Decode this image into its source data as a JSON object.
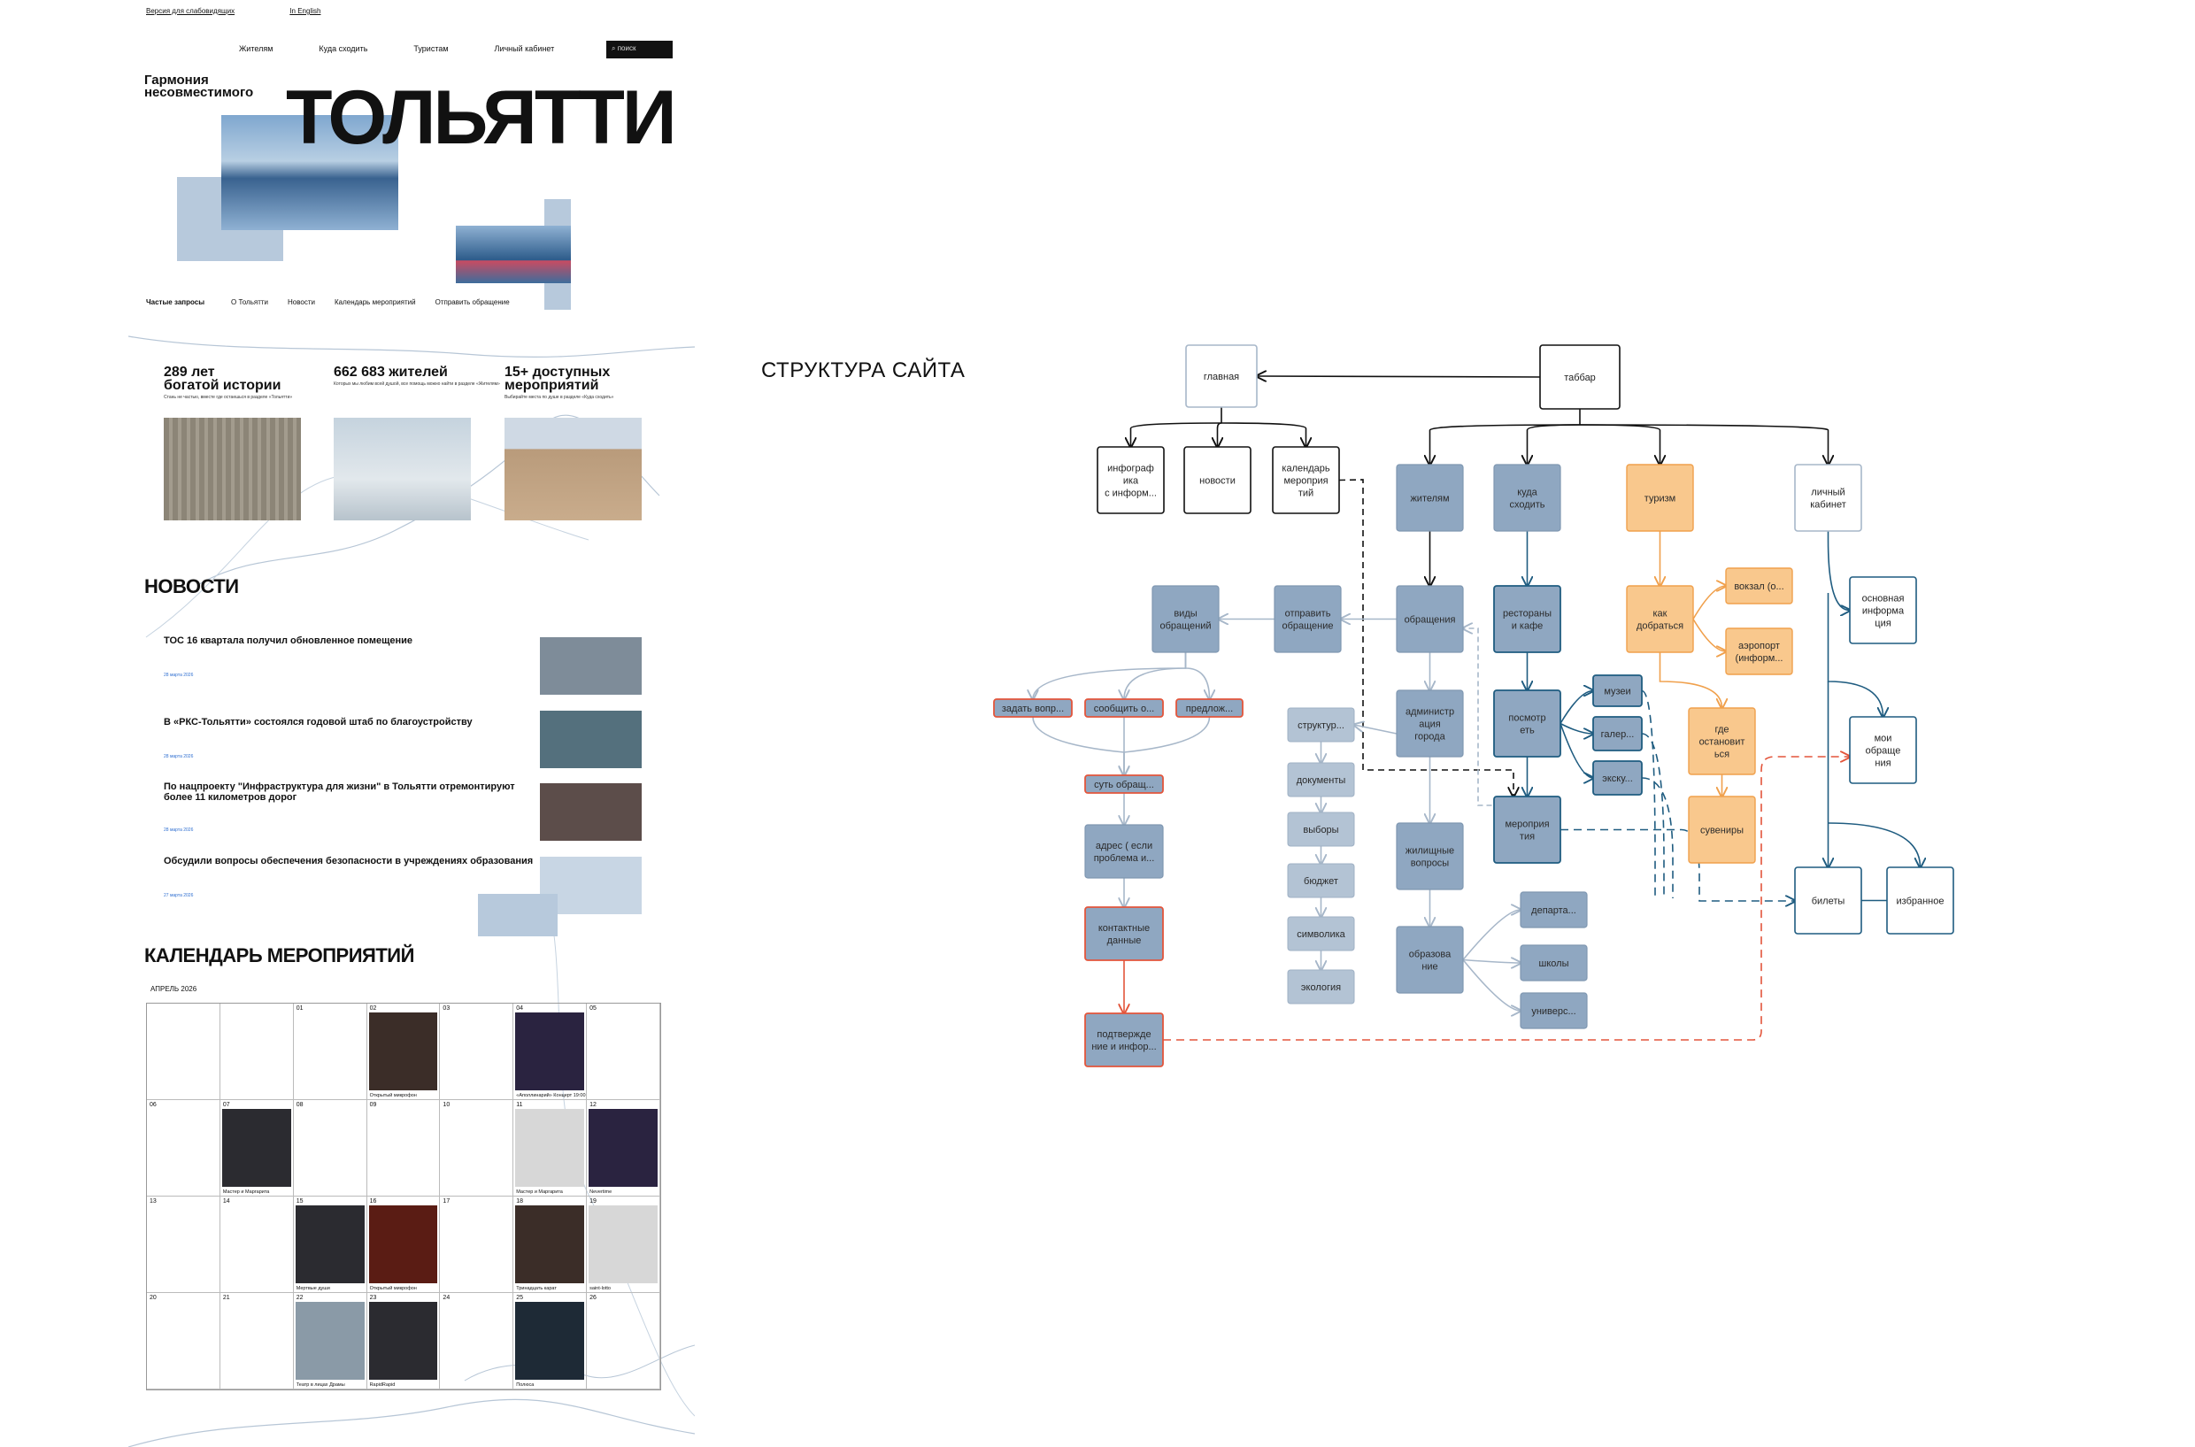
{
  "site": {
    "top_links": [
      "Версия для слабовидящих",
      "In English"
    ],
    "nav": [
      "Жителям",
      "Куда сходить",
      "Туристам",
      "Личный кабинет"
    ],
    "search_placeholder": "поиск",
    "tagline": [
      "Гармония",
      "несовместимого"
    ],
    "hero_title": "ТОЛЬЯТТИ",
    "faq_label": "Частые запросы",
    "faq_links": [
      "О Тольятти",
      "Новости",
      "Календарь мероприятий",
      "Отправить обращение"
    ],
    "stats": [
      {
        "value": "289 лет",
        "value2": "богатой истории",
        "note": "Стань не частью, вместе где остаешься в разделе «Тольятти»"
      },
      {
        "value": "662 683 жителей",
        "value2": "",
        "note": "Которых мы любим всей душой, все помощь можно найти в разделе «Жителям»"
      },
      {
        "value": "15+ доступных",
        "value2": "мероприятий",
        "note": "Выбирайте места по душе в разделе «Куда сходить»"
      }
    ],
    "news_heading": "НОВОСТИ",
    "news": [
      {
        "title": "ТОС 16 квартала получил обновленное помещение",
        "date": "28 марта 2026"
      },
      {
        "title": "В «РКС-Тольятти» состоялся годовой штаб по благоустройству",
        "date": "28 марта 2026"
      },
      {
        "title": "По нацпроекту \"Инфраструктура для жизни\" в Тольятти отремонтируют более 11 километров дорог",
        "date": "28 марта 2026"
      },
      {
        "title": "Обсудили вопросы обеспечения безопасности в учреждениях образования",
        "date": "27 марта 2026"
      }
    ],
    "calendar_heading": "КАЛЕНДАРЬ МЕРОПРИЯТИЙ",
    "calendar_month": "АПРЕЛЬ 2026",
    "calendar_cells": [
      {
        "day": "",
        "event": "",
        "photo": false
      },
      {
        "day": "",
        "event": "",
        "photo": false
      },
      {
        "day": "01",
        "event": "",
        "photo": false
      },
      {
        "day": "02",
        "event": "Открытый микрофон",
        "photo": true
      },
      {
        "day": "03",
        "event": "",
        "photo": false
      },
      {
        "day": "04",
        "event": "«Аполлинарий» Концерт 19:00",
        "photo": true
      },
      {
        "day": "05",
        "event": "",
        "photo": false
      },
      {
        "day": "06",
        "event": "",
        "photo": false
      },
      {
        "day": "07",
        "event": "Мастер и Маргарита",
        "photo": true
      },
      {
        "day": "08",
        "event": "",
        "photo": false
      },
      {
        "day": "09",
        "event": "",
        "photo": false
      },
      {
        "day": "10",
        "event": "",
        "photo": false
      },
      {
        "day": "11",
        "event": "Мастер и Маргарита",
        "photo": true
      },
      {
        "day": "12",
        "event": "Nevertime",
        "photo": true
      },
      {
        "day": "13",
        "event": "",
        "photo": false
      },
      {
        "day": "14",
        "event": "",
        "photo": false
      },
      {
        "day": "15",
        "event": "Мертвые души",
        "photo": true
      },
      {
        "day": "16",
        "event": "Открытый микрофон",
        "photo": true
      },
      {
        "day": "17",
        "event": "",
        "photo": false
      },
      {
        "day": "18",
        "event": "Тринадцать карат",
        "photo": true
      },
      {
        "day": "19",
        "event": "saint-lotto",
        "photo": true
      },
      {
        "day": "20",
        "event": "",
        "photo": false
      },
      {
        "day": "21",
        "event": "",
        "photo": false
      },
      {
        "day": "22",
        "event": "Театр в лицах Драмы",
        "photo": true
      },
      {
        "day": "23",
        "event": "RapidRapid",
        "photo": true
      },
      {
        "day": "24",
        "event": "",
        "photo": false
      },
      {
        "day": "25",
        "event": "Полюса",
        "photo": true
      },
      {
        "day": "26",
        "event": "",
        "photo": false
      }
    ]
  },
  "diagram": {
    "title": "СТРУКТУРА САЙТА",
    "colors": {
      "white_node": "#ffffff",
      "blue_node": "#8fa7c1",
      "light_blue_node": "#b3c3d4",
      "orange_node": "#f9c88d",
      "orange_edge": "#f0a04c",
      "teal_edge": "#1f5c80",
      "red_edge": "#e3553b",
      "gray_edge": "#a7b7c9"
    },
    "nodes": [
      {
        "id": "glavnaya",
        "label": [
          "главная"
        ],
        "style": "white-light"
      },
      {
        "id": "tabbar",
        "label": [
          "таббар"
        ],
        "style": "white"
      },
      {
        "id": "infographika",
        "label": [
          "инфограф",
          "ика",
          "с информ..."
        ],
        "style": "white"
      },
      {
        "id": "novosti",
        "label": [
          "новости"
        ],
        "style": "white"
      },
      {
        "id": "kalendar",
        "label": [
          "календарь",
          "мероприя",
          "тий"
        ],
        "style": "white"
      },
      {
        "id": "zhitelyam",
        "label": [
          "жителям"
        ],
        "style": "blue"
      },
      {
        "id": "kuda",
        "label": [
          "куда",
          "сходить"
        ],
        "style": "blue"
      },
      {
        "id": "turizm",
        "label": [
          "туризм"
        ],
        "style": "orange"
      },
      {
        "id": "lichny",
        "label": [
          "личный",
          "кабинет"
        ],
        "style": "white-light"
      },
      {
        "id": "vidy",
        "label": [
          "виды",
          "обращений"
        ],
        "style": "blue"
      },
      {
        "id": "otpravit",
        "label": [
          "отправить",
          "обращение"
        ],
        "style": "blue"
      },
      {
        "id": "obrascheniya",
        "label": [
          "обращения"
        ],
        "style": "blue"
      },
      {
        "id": "restorany",
        "label": [
          "рестораны",
          "и кафе"
        ],
        "style": "blue-teal"
      },
      {
        "id": "kak",
        "label": [
          "как",
          "добраться"
        ],
        "style": "orange"
      },
      {
        "id": "vokzal",
        "label": [
          "вокзал (о..."
        ],
        "style": "orange"
      },
      {
        "id": "aeroport",
        "label": [
          "аэропорт",
          "(информ..."
        ],
        "style": "orange"
      },
      {
        "id": "osnovnaya",
        "label": [
          "основная",
          "информа",
          "ция"
        ],
        "style": "white-teal"
      },
      {
        "id": "zadat",
        "label": [
          "задать вопр..."
        ],
        "style": "red"
      },
      {
        "id": "soobshit",
        "label": [
          "сообщить о..."
        ],
        "style": "red"
      },
      {
        "id": "predlozh",
        "label": [
          "предлож..."
        ],
        "style": "red"
      },
      {
        "id": "struktura",
        "label": [
          "структур..."
        ],
        "style": "light"
      },
      {
        "id": "administr",
        "label": [
          "администр",
          "ация",
          "города"
        ],
        "style": "blue"
      },
      {
        "id": "posmotret",
        "label": [
          "посмотр",
          "еть"
        ],
        "style": "blue-teal"
      },
      {
        "id": "muzei",
        "label": [
          "музеи"
        ],
        "style": "blue-teal"
      },
      {
        "id": "galerei",
        "label": [
          "галер..."
        ],
        "style": "blue-teal"
      },
      {
        "id": "ekskursii",
        "label": [
          "экску..."
        ],
        "style": "blue-teal"
      },
      {
        "id": "gde",
        "label": [
          "где",
          "остановит",
          "ься"
        ],
        "style": "orange"
      },
      {
        "id": "moi",
        "label": [
          "мои",
          "обраще",
          "ния"
        ],
        "style": "white-teal"
      },
      {
        "id": "sut",
        "label": [
          "суть обращ..."
        ],
        "style": "red"
      },
      {
        "id": "dokumenty",
        "label": [
          "документы"
        ],
        "style": "light"
      },
      {
        "id": "vybory",
        "label": [
          "выборы"
        ],
        "style": "light"
      },
      {
        "id": "byudzhet",
        "label": [
          "бюджет"
        ],
        "style": "light"
      },
      {
        "id": "simvolika",
        "label": [
          "символика"
        ],
        "style": "light"
      },
      {
        "id": "ekologiya",
        "label": [
          "экология"
        ],
        "style": "light"
      },
      {
        "id": "adres",
        "label": [
          "адрес ( если",
          "проблема и..."
        ],
        "style": "blue"
      },
      {
        "id": "kontaktnye",
        "label": [
          "контактные",
          "данные"
        ],
        "style": "red"
      },
      {
        "id": "podtverzhdenie",
        "label": [
          "подтвержде",
          "ние и инфор..."
        ],
        "style": "red"
      },
      {
        "id": "zhilischnye",
        "label": [
          "жилищные",
          "вопросы"
        ],
        "style": "blue"
      },
      {
        "id": "obrazovanie",
        "label": [
          "образова",
          "ние"
        ],
        "style": "blue"
      },
      {
        "id": "departa",
        "label": [
          "департа..."
        ],
        "style": "blue"
      },
      {
        "id": "shkoly",
        "label": [
          "школы"
        ],
        "style": "blue"
      },
      {
        "id": "univers",
        "label": [
          "универс..."
        ],
        "style": "blue"
      },
      {
        "id": "meropriyatiya",
        "label": [
          "мероприя",
          "тия"
        ],
        "style": "blue-teal"
      },
      {
        "id": "suveniry",
        "label": [
          "сувениры"
        ],
        "style": "orange"
      },
      {
        "id": "bilety",
        "label": [
          "билеты"
        ],
        "style": "white-teal"
      },
      {
        "id": "izbrannoe",
        "label": [
          "избранное"
        ],
        "style": "white-teal"
      }
    ]
  }
}
